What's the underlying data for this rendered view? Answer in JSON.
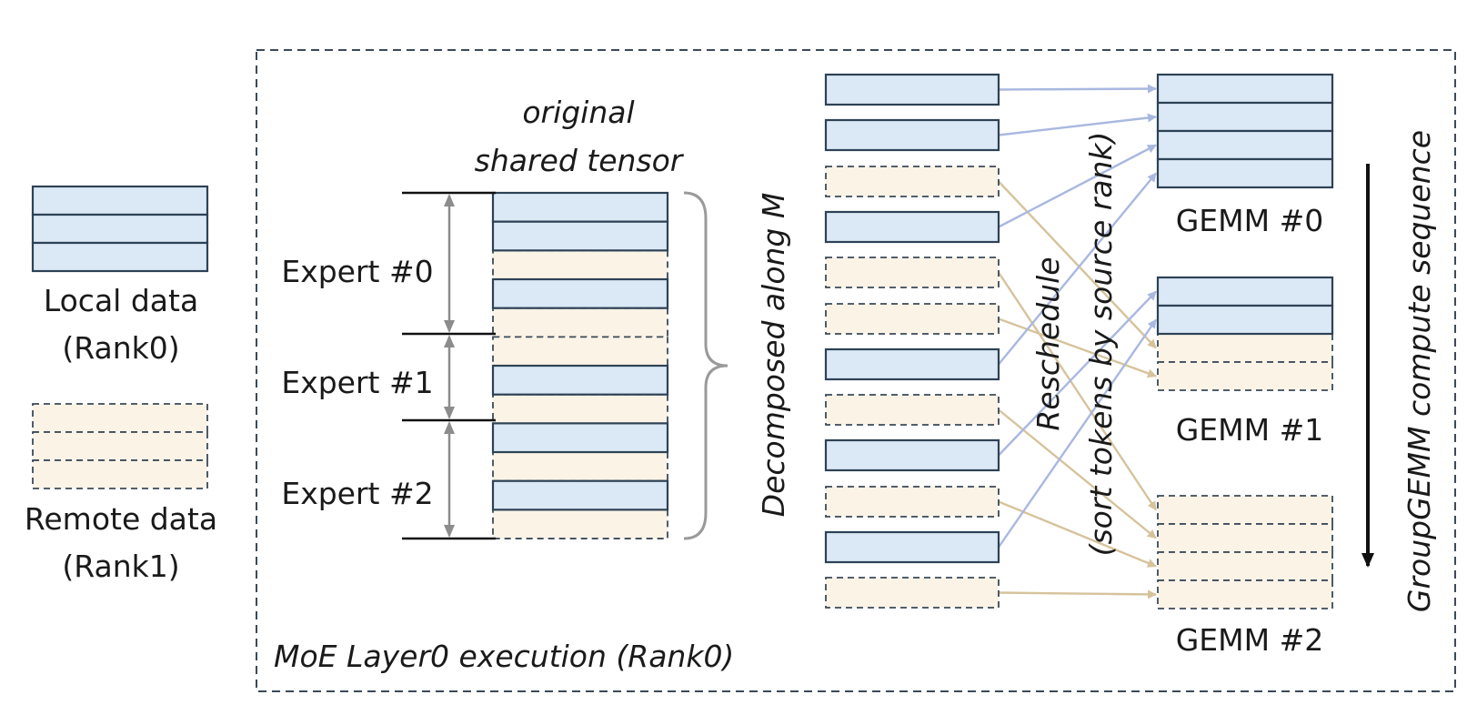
{
  "legend": {
    "local_label": "Local data",
    "local_rank": "(Rank0)",
    "remote_label": "Remote data",
    "remote_rank": "(Rank1)"
  },
  "frame_caption": "MoE Layer0 execution (Rank0)",
  "original_tensor": {
    "title_line1": "original",
    "title_line2": "shared tensor",
    "rows": [
      "local",
      "local",
      "remote",
      "local",
      "remote",
      "remote",
      "local",
      "remote",
      "local",
      "remote",
      "local",
      "remote"
    ]
  },
  "experts": [
    {
      "label": "Expert #0"
    },
    {
      "label": "Expert #1"
    },
    {
      "label": "Expert #2"
    }
  ],
  "decomposed_label": "Decomposed along M",
  "decomposed_tiles": [
    "local",
    "local",
    "remote",
    "local",
    "remote",
    "remote",
    "local",
    "remote",
    "local",
    "remote",
    "local",
    "remote"
  ],
  "reschedule_label": "Reschedule",
  "reschedule_sublabel": "(sort tokens by source rank)",
  "gemms": [
    {
      "label": "GEMM #0",
      "rows": [
        "local",
        "local",
        "local",
        "local"
      ]
    },
    {
      "label": "GEMM #1",
      "rows": [
        "local",
        "local",
        "remote",
        "remote"
      ]
    },
    {
      "label": "GEMM #2",
      "rows": [
        "remote",
        "remote",
        "remote",
        "remote"
      ]
    }
  ],
  "sequence_label": "GroupGEMM compute sequence",
  "colors": {
    "local_fill": "#dbe8f5",
    "local_stroke": "#2d4256",
    "remote_fill": "#fbf3e6",
    "remote_stroke": "#3b4a58",
    "local_arrow": "#a9b8e0",
    "remote_arrow": "#d6c39c",
    "bracket": "#9a9a9a",
    "frame": "#3b4a58"
  }
}
